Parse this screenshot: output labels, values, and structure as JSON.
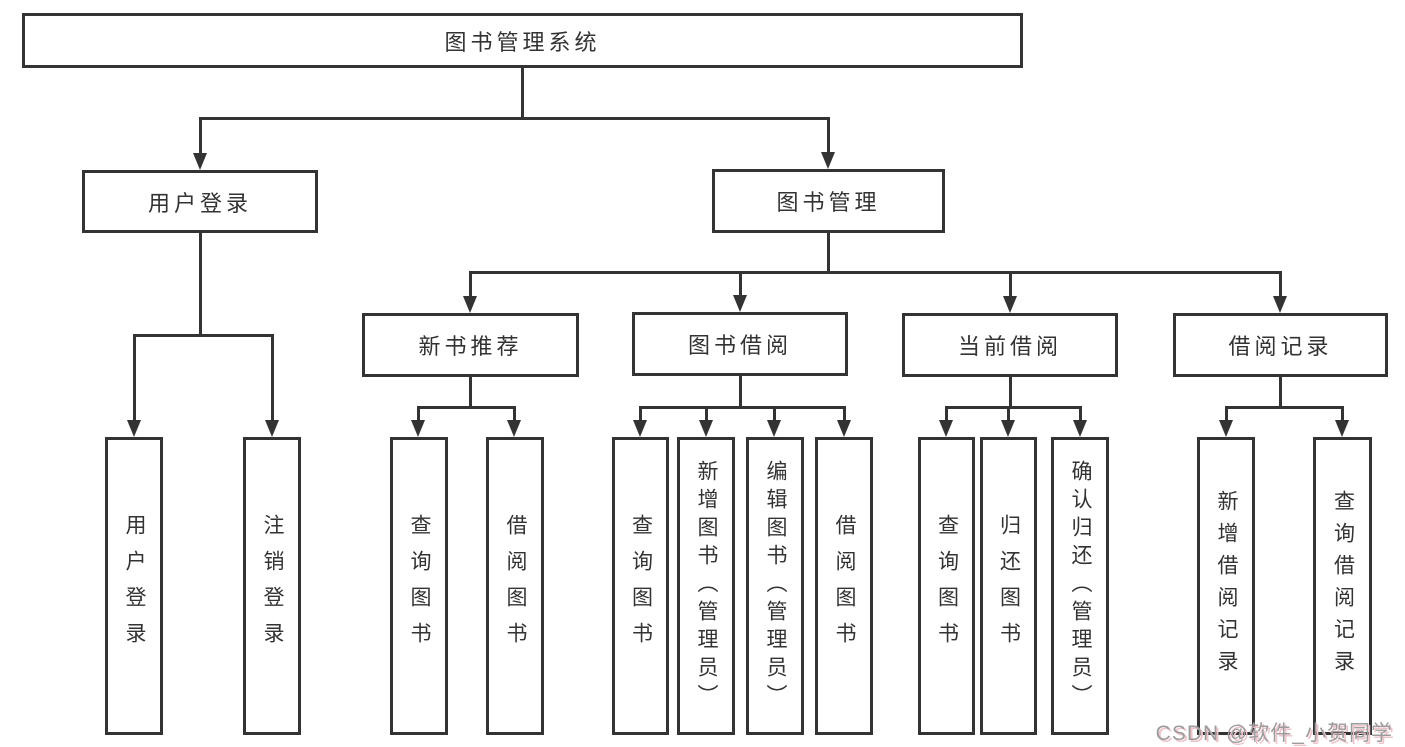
{
  "diagram": {
    "root": {
      "label": "图书管理系统"
    },
    "branches": [
      {
        "label": "用户登录",
        "leaves": [
          {
            "label": "用户登录"
          },
          {
            "label": "注销登录"
          }
        ]
      },
      {
        "label": "图书管理",
        "groups": [
          {
            "label": "新书推荐",
            "leaves": [
              {
                "label": "查询图书"
              },
              {
                "label": "借阅图书"
              }
            ]
          },
          {
            "label": "图书借阅",
            "leaves": [
              {
                "label": "查询图书"
              },
              {
                "label": "新增图书（管理员）"
              },
              {
                "label": "编辑图书（管理员）"
              },
              {
                "label": "借阅图书"
              }
            ]
          },
          {
            "label": "当前借阅",
            "leaves": [
              {
                "label": "查询图书"
              },
              {
                "label": "归还图书"
              },
              {
                "label": "确认归还（管理员）"
              }
            ]
          },
          {
            "label": "借阅记录",
            "leaves": [
              {
                "label": "新增借阅记录"
              },
              {
                "label": "查询借阅记录"
              }
            ]
          }
        ]
      }
    ]
  },
  "watermark": {
    "text": "CSDN @软件_小贺同学"
  },
  "colors": {
    "line": "#333333",
    "text": "#333333",
    "background": "#ffffff",
    "watermark": "#9c9c9c"
  }
}
